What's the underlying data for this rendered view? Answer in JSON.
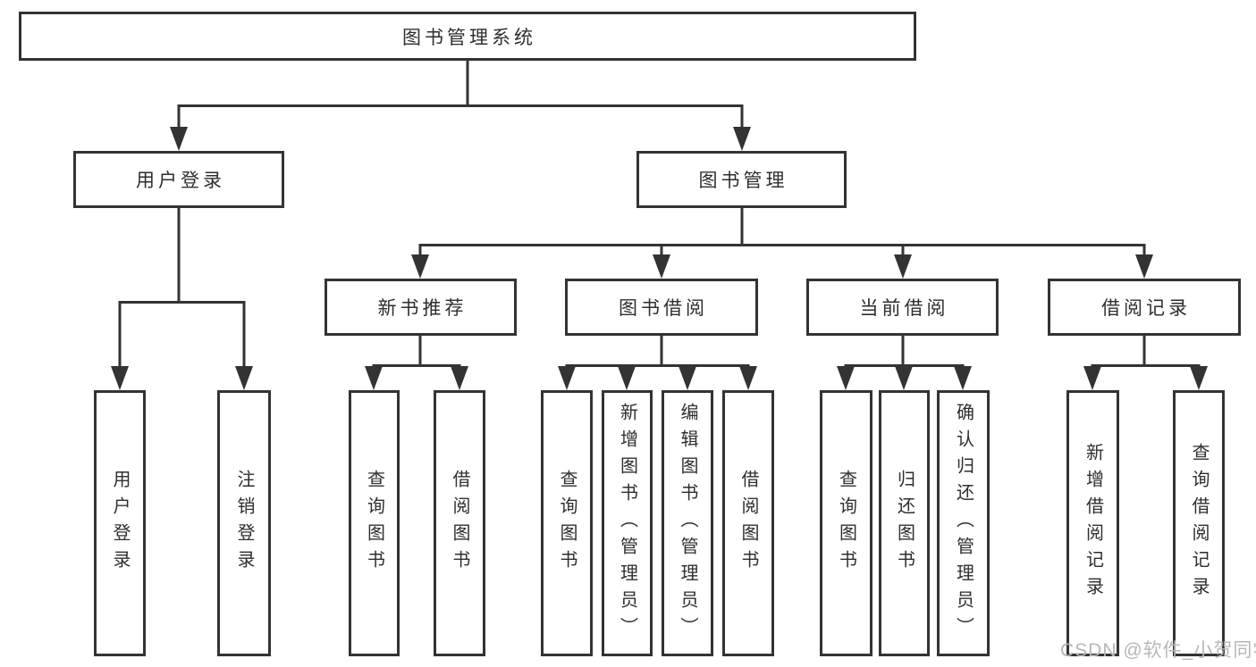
{
  "diagram_type": "hierarchy-tree",
  "root": {
    "label": "图书管理系统"
  },
  "branches": [
    {
      "label": "用户登录",
      "children": [
        {
          "label": "用户登录"
        },
        {
          "label": "注销登录"
        }
      ]
    },
    {
      "label": "图书管理",
      "children": [
        {
          "label": "新书推荐",
          "children": [
            {
              "label": "查询图书"
            },
            {
              "label": "借阅图书"
            }
          ]
        },
        {
          "label": "图书借阅",
          "children": [
            {
              "label": "查询图书"
            },
            {
              "label": "新增图书（管理员）"
            },
            {
              "label": "编辑图书（管理员）"
            },
            {
              "label": "借阅图书"
            }
          ]
        },
        {
          "label": "当前借阅",
          "children": [
            {
              "label": "查询图书"
            },
            {
              "label": "归还图书"
            },
            {
              "label": "确认归还（管理员）"
            }
          ]
        },
        {
          "label": "借阅记录",
          "children": [
            {
              "label": "新增借阅记录"
            },
            {
              "label": "查询借阅记录"
            }
          ]
        }
      ]
    }
  ],
  "watermark": "CSDN @软件_小贺同学",
  "colors": {
    "line": "#333333",
    "box_border": "#333333",
    "text": "#2e2e2e",
    "watermark": "#b7b7b7",
    "background": "#ffffff"
  }
}
